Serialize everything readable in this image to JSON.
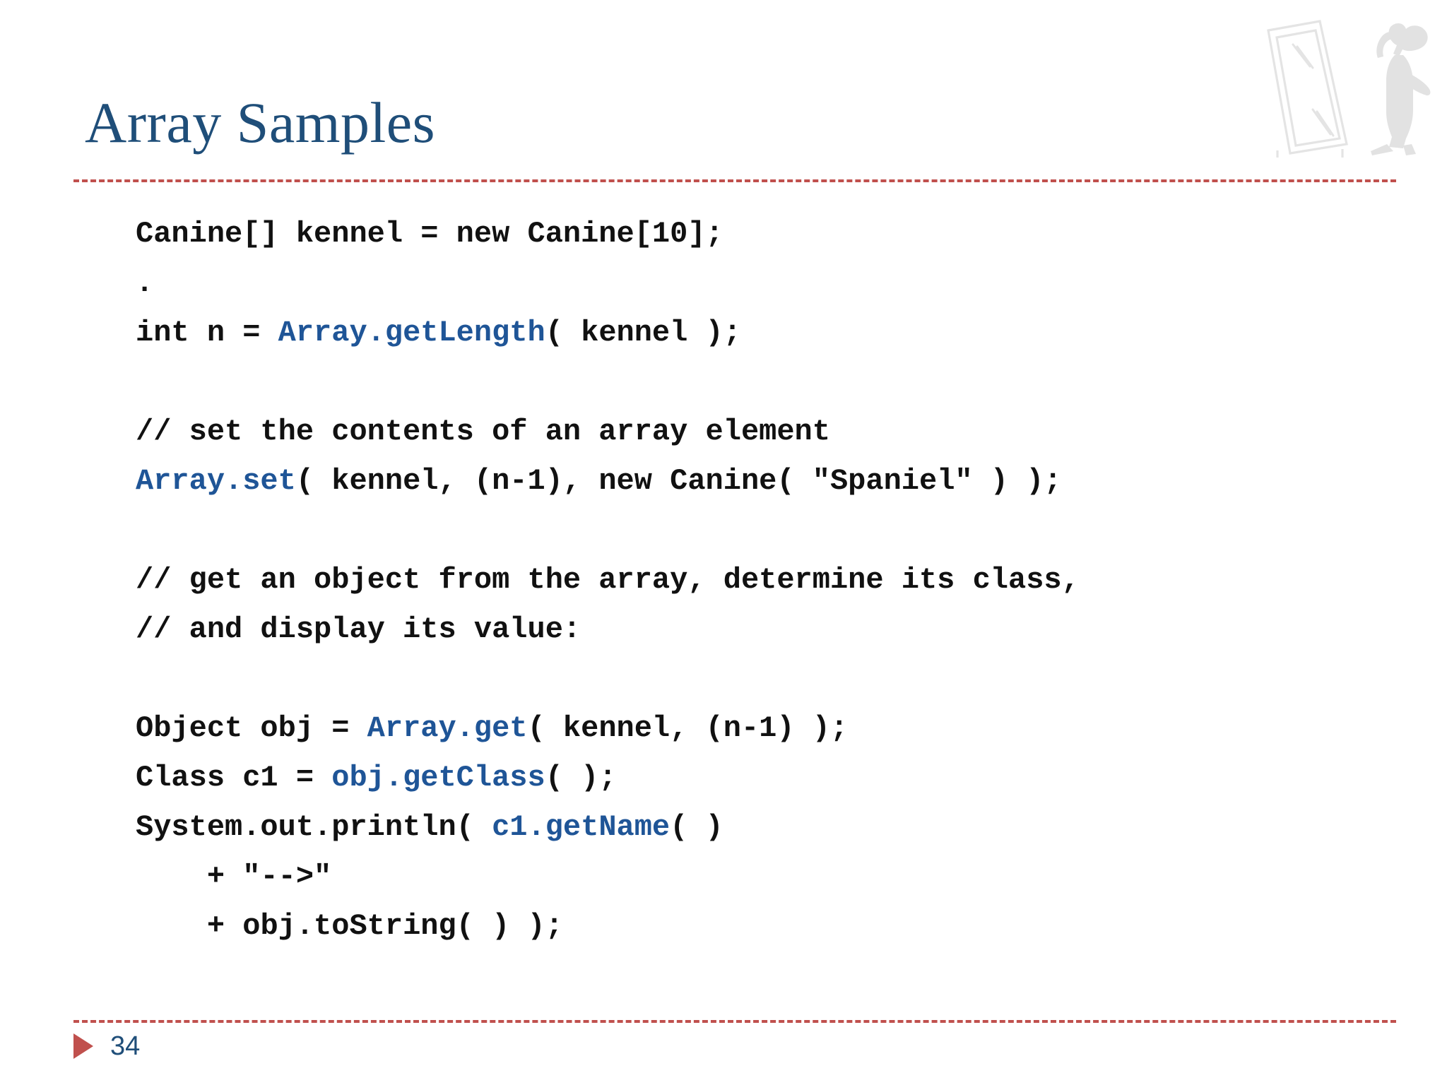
{
  "slide": {
    "title": "Array Samples",
    "page_number": "34",
    "accent_color": "#C0504D",
    "title_color": "#1F4E79",
    "code_highlight_color": "#1F5597",
    "code_text_color": "#111111",
    "background_color": "#FFFFFF",
    "watermark_color": "#E6E6E6"
  },
  "decoration": {
    "watermark_name": "mirror-and-person-watermark",
    "watermark_description": "standing mirror with a person wearing a hat"
  },
  "code": {
    "language": "java",
    "lines": [
      {
        "indent": 0,
        "segments": [
          {
            "text": "Canine[] kennel = new Canine[10];",
            "style": "plain"
          }
        ]
      },
      {
        "indent": 0,
        "segments": [
          {
            "text": ".",
            "style": "plain"
          }
        ]
      },
      {
        "indent": 0,
        "segments": [
          {
            "text": "int n = ",
            "style": "plain"
          },
          {
            "text": "Array.getLength",
            "style": "highlight"
          },
          {
            "text": "( kennel );",
            "style": "plain"
          }
        ]
      },
      {
        "indent": 0,
        "segments": [
          {
            "text": "",
            "style": "plain"
          }
        ]
      },
      {
        "indent": 0,
        "segments": [
          {
            "text": "// set the contents of an array element",
            "style": "plain"
          }
        ]
      },
      {
        "indent": 0,
        "segments": [
          {
            "text": "Array.set",
            "style": "highlight"
          },
          {
            "text": "( kennel, (n-1), new Canine( \"Spaniel\" ) );",
            "style": "plain"
          }
        ]
      },
      {
        "indent": 0,
        "segments": [
          {
            "text": "",
            "style": "plain"
          }
        ]
      },
      {
        "indent": 0,
        "segments": [
          {
            "text": "// get an object from the array, determine its class,",
            "style": "plain"
          }
        ]
      },
      {
        "indent": 0,
        "segments": [
          {
            "text": "// and display its value:",
            "style": "plain"
          }
        ]
      },
      {
        "indent": 0,
        "segments": [
          {
            "text": "",
            "style": "plain"
          }
        ]
      },
      {
        "indent": 0,
        "segments": [
          {
            "text": "Object obj = ",
            "style": "plain"
          },
          {
            "text": "Array.get",
            "style": "highlight"
          },
          {
            "text": "( kennel, (n-1) );",
            "style": "plain"
          }
        ]
      },
      {
        "indent": 0,
        "segments": [
          {
            "text": "Class c1 = ",
            "style": "plain"
          },
          {
            "text": "obj.getClass",
            "style": "highlight"
          },
          {
            "text": "( );",
            "style": "plain"
          }
        ]
      },
      {
        "indent": 0,
        "segments": [
          {
            "text": "System.out.println( ",
            "style": "plain"
          },
          {
            "text": "c1.getName",
            "style": "highlight"
          },
          {
            "text": "( )",
            "style": "plain"
          }
        ]
      },
      {
        "indent": 4,
        "segments": [
          {
            "text": "+ \"-->\"",
            "style": "plain"
          }
        ]
      },
      {
        "indent": 4,
        "segments": [
          {
            "text": "+ obj.toString( ) );",
            "style": "plain"
          }
        ]
      }
    ]
  }
}
